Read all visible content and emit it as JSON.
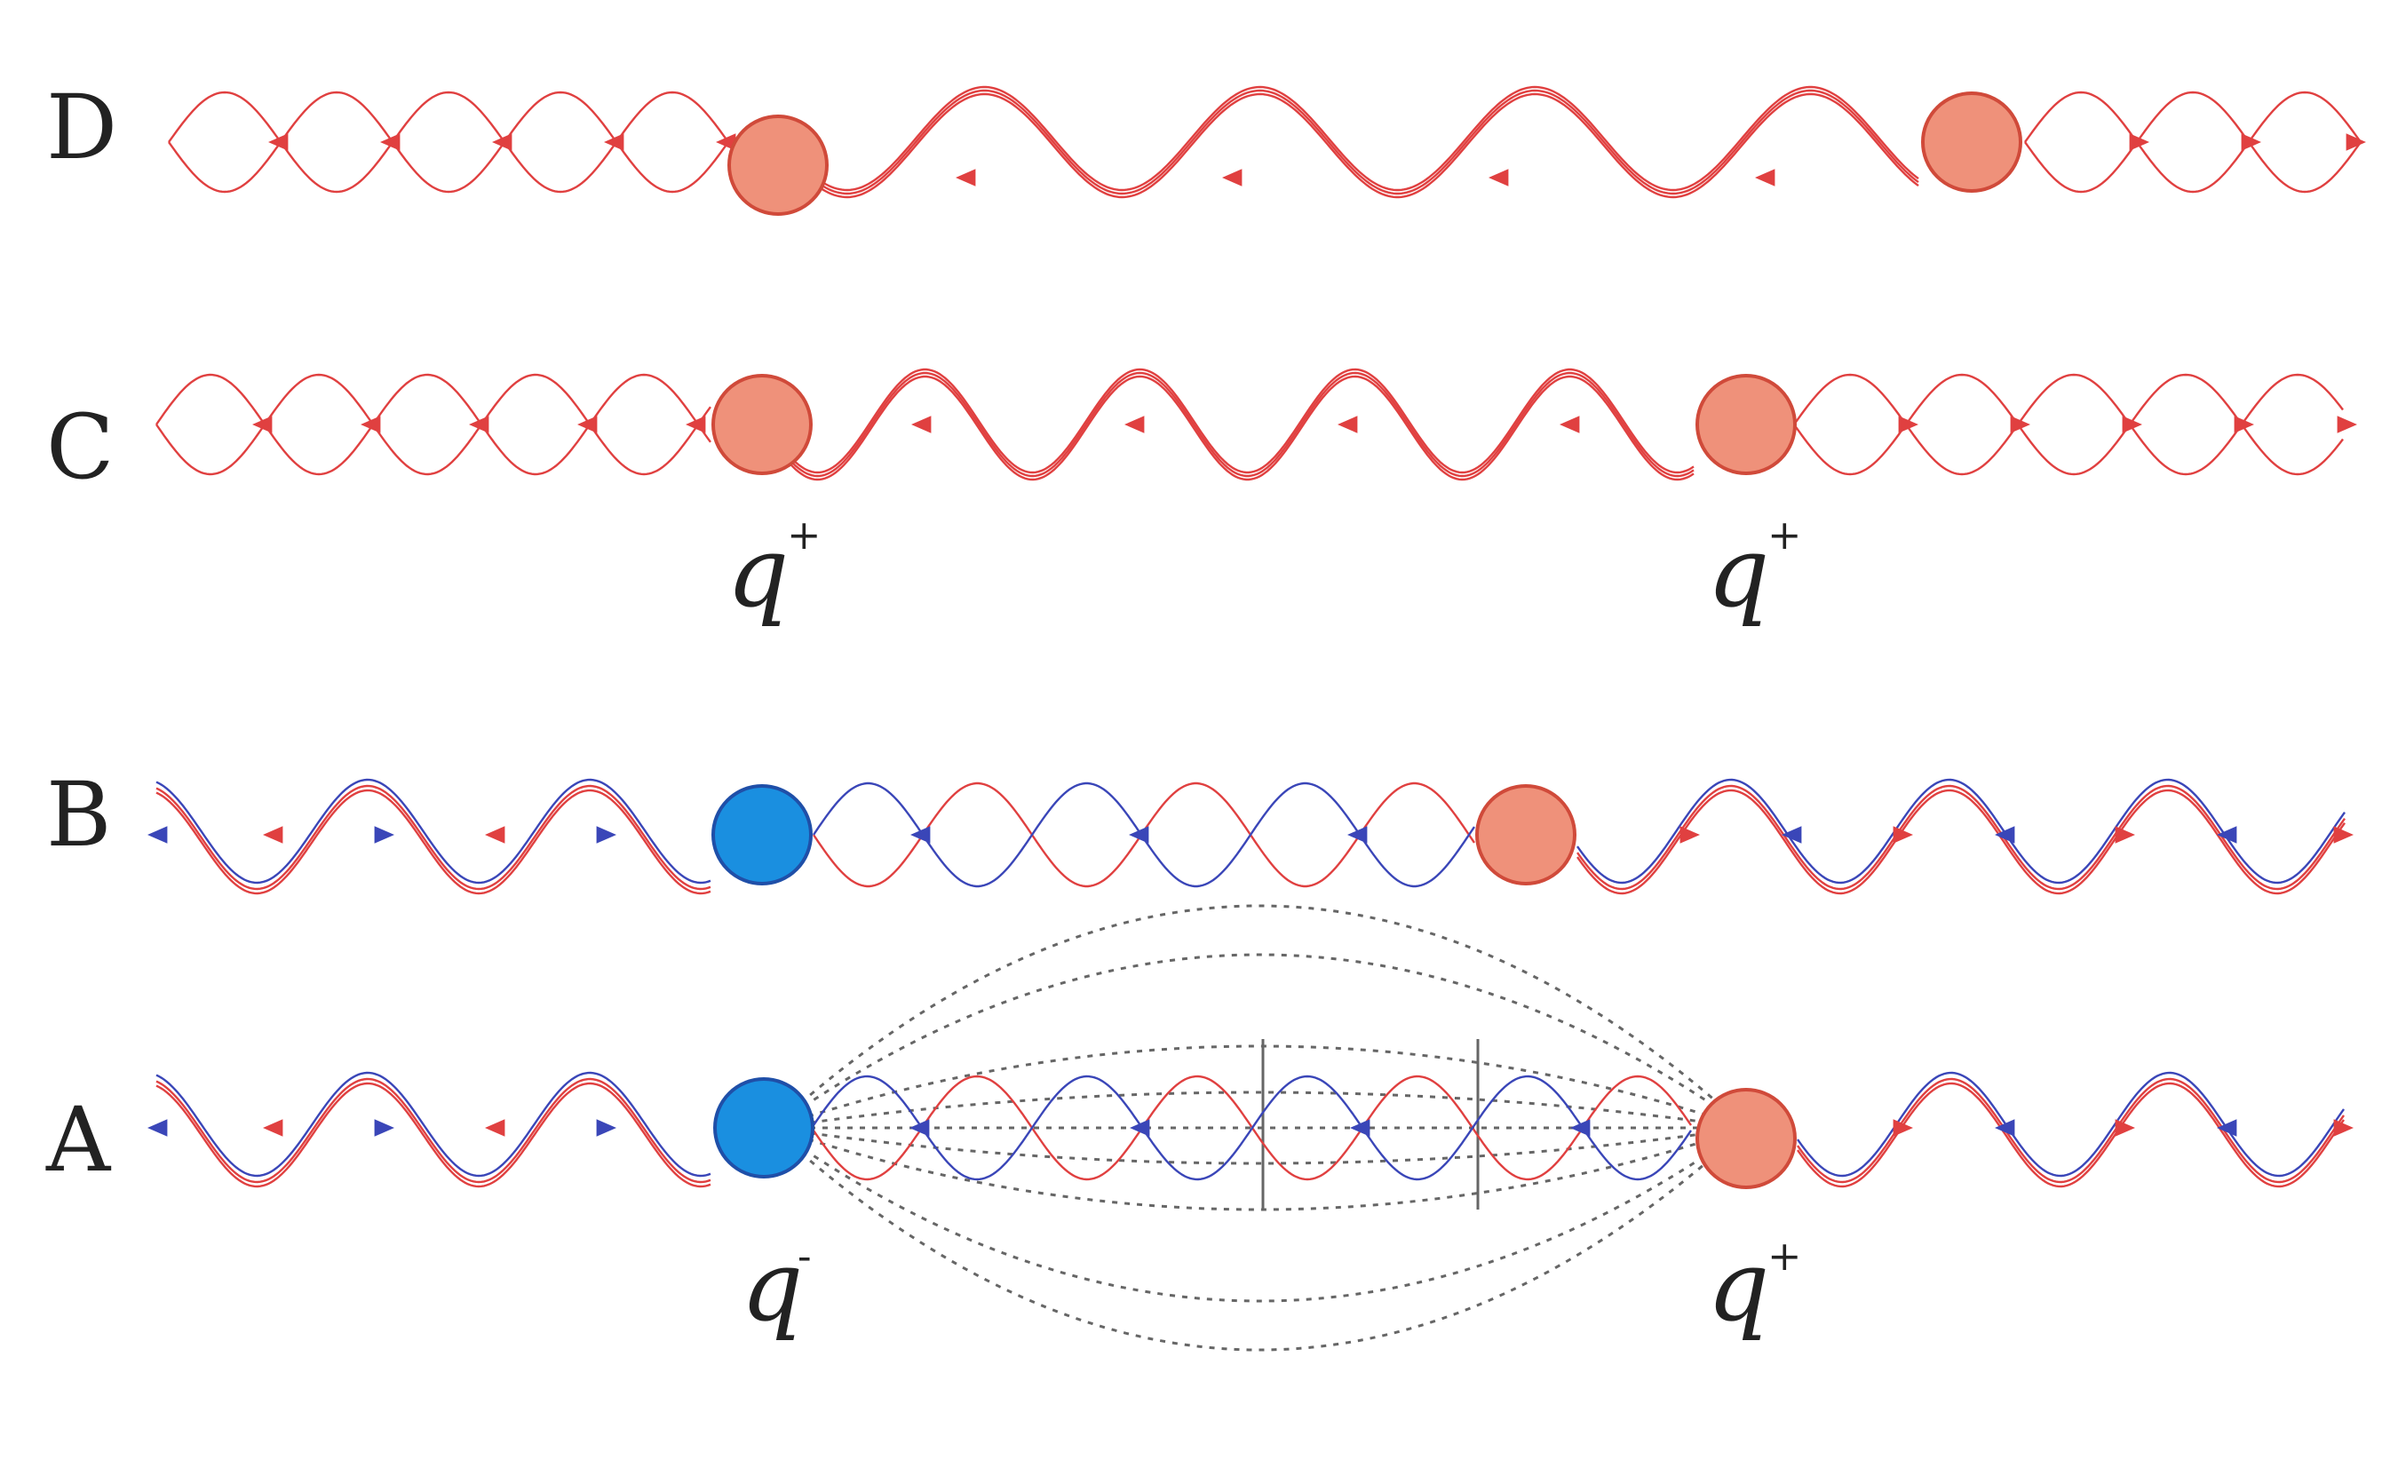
{
  "colors": {
    "red_string": "#e04040",
    "blue_string": "#3a46b8",
    "red_charge": "#ef917a",
    "red_charge_edge": "#d04a3a",
    "blue_charge": "#1a8fe0",
    "blue_charge_edge": "#1f4fa8",
    "field_line": "#666666",
    "text": "#222222"
  },
  "rows": [
    {
      "id": "D",
      "label": "D"
    },
    {
      "id": "C",
      "label": "C"
    },
    {
      "id": "B",
      "label": "B"
    },
    {
      "id": "A",
      "label": "A"
    }
  ],
  "charge_labels": {
    "c_left": {
      "letter": "q",
      "sign": "+"
    },
    "c_right": {
      "letter": "q",
      "sign": "+"
    },
    "a_left": {
      "letter": "q",
      "sign": "-"
    },
    "a_right": {
      "letter": "q",
      "sign": "+"
    }
  }
}
